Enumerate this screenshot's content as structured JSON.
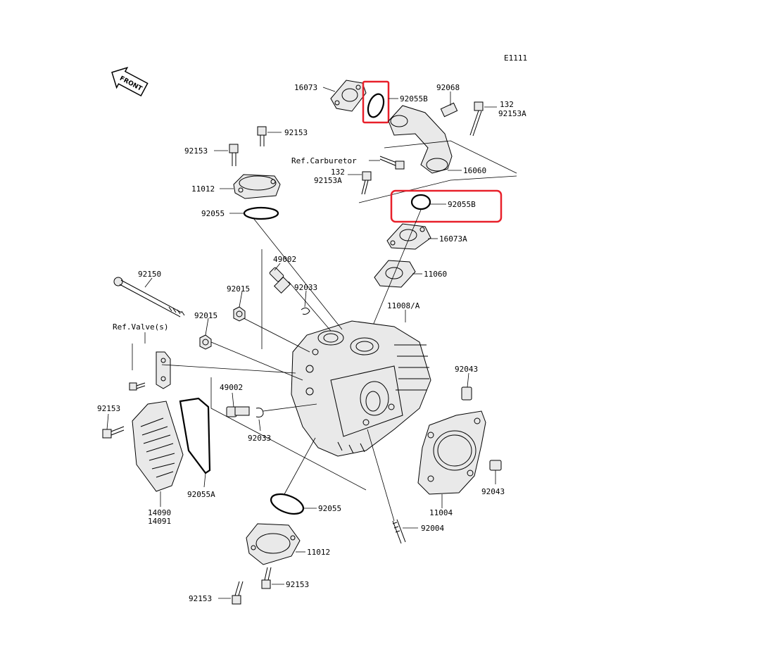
{
  "diagram": {
    "code": "E1111",
    "front_label": "FRONT",
    "highlight_color": "#e8202a",
    "labels": {
      "p16073": "16073",
      "p92055B_top": "92055B",
      "p92068": "92068",
      "p132_top": "132",
      "p92153A_top": "92153A",
      "p92153_a": "92153",
      "p92153_b": "92153",
      "ref_carb": "Ref.Carburetor",
      "p132_mid": "132",
      "p92153A_mid": "92153A",
      "p16060": "16060",
      "p11012_top": "11012",
      "p92055_top": "92055",
      "p92055B_mid": "92055B",
      "p16073A": "16073A",
      "p11060": "11060",
      "p49002_top": "49002",
      "p92150": "92150",
      "p92015_a": "92015",
      "p92033_top": "92033",
      "p11008A": "11008/A",
      "p92015_b": "92015",
      "ref_valve": "Ref.Valve(s)",
      "p92043_top": "92043",
      "p49002_bot": "49002",
      "p92153_left": "92153",
      "p92033_bot": "92033",
      "p92043_bot": "92043",
      "p14090": "14090",
      "p14091": "14091",
      "p92055A": "92055A",
      "p11004": "11004",
      "p92055_bot": "92055",
      "p92004": "92004",
      "p11012_bot": "11012",
      "p92153_bot_r": "92153",
      "p92153_bot_l": "92153"
    }
  }
}
